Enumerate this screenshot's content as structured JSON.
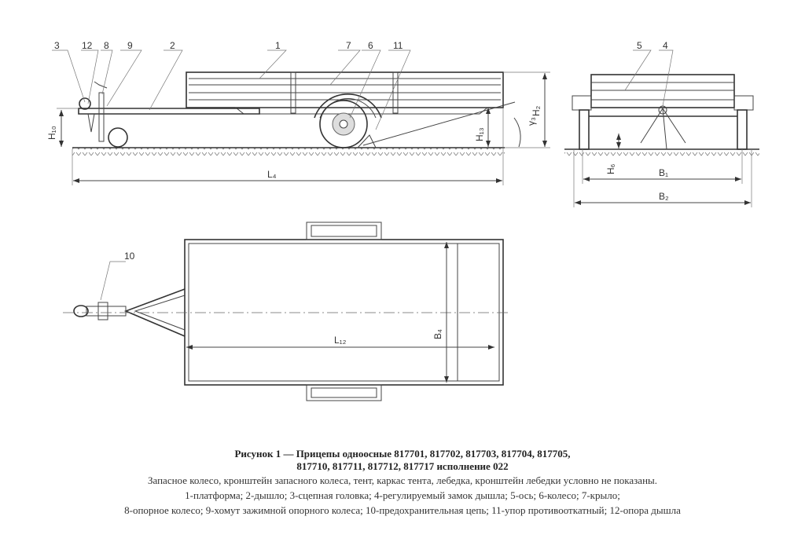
{
  "side_view": {
    "part_labels": [
      "3",
      "12",
      "8",
      "9",
      "2",
      "1",
      "7",
      "6",
      "11"
    ],
    "dims": {
      "h10": "H₁₀",
      "l4": "L₄",
      "h13": "H₁₃",
      "gamma3": "γ₃",
      "h2": "H₂"
    }
  },
  "front_view": {
    "part_labels": [
      "5",
      "4"
    ],
    "dims": {
      "h6": "H₆",
      "b1": "B₁",
      "b2": "B₂"
    }
  },
  "top_view": {
    "part_labels": [
      "10"
    ],
    "dims": {
      "l12": "L₁₂",
      "b4": "B₄"
    }
  },
  "caption": {
    "title_line1": "Рисунок 1 — Прицепы одноосные 817701, 817702, 817703, 817704, 817705,",
    "title_line2": "817710, 817711, 817712, 817717 исполнение 022",
    "note": "Запасное колесо, кронштейн запасного колеса, тент, каркас тента, лебедка, кронштейн лебедки условно не показаны.",
    "legend_line1": "1-платформа; 2-дышло; 3-сцепная головка; 4-регулируемый замок дышла; 5-ось; 6-колесо; 7-крыло;",
    "legend_line2": "8-опорное колесо; 9-хомут зажимной опорного колеса; 10-предохранительная цепь; 11-упор противооткатный; 12-опора дышла"
  }
}
